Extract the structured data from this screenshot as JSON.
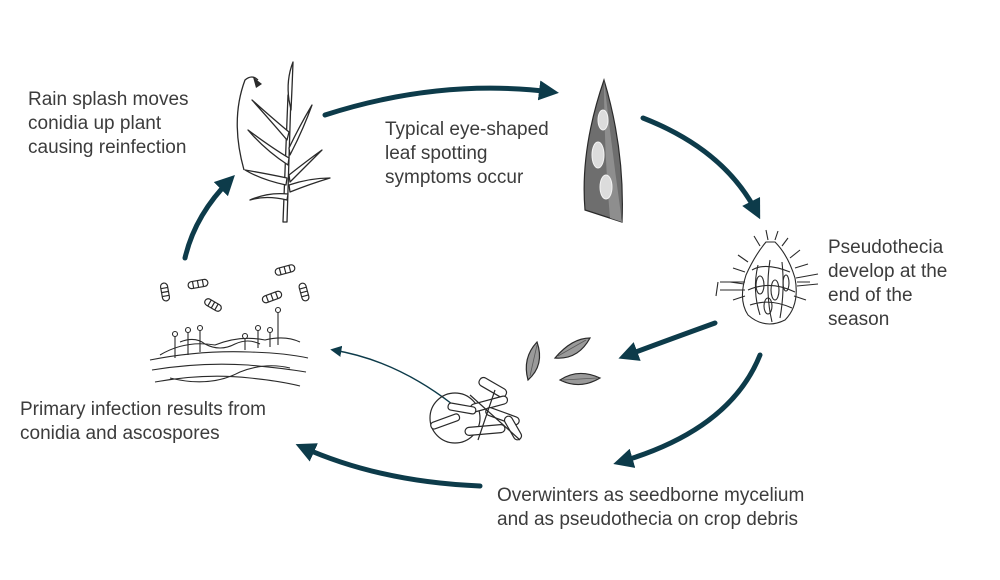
{
  "colors": {
    "arrow": "#0d3b4a",
    "ink": "#2a2a2a",
    "text": "#3c3c3c",
    "leaf_dark": "#6e6e6e",
    "leaf_light": "#9a9a9a",
    "lesion": "#dcdcdc"
  },
  "labels": {
    "rain_splash": [
      "Rain splash moves",
      "conidia up plant",
      "causing reinfection"
    ],
    "eye_spot": [
      "Typical eye-shaped",
      "leaf spotting",
      "symptoms occur"
    ],
    "pseudothecia": [
      "Pseudothecia",
      "develop at the",
      "end of the",
      "season"
    ],
    "primary_infection": [
      "Primary infection results from",
      "conidia and ascospores"
    ],
    "overwinter": [
      "Overwinters as seedborne mycelium",
      "and as pseudothecia on crop debris"
    ]
  },
  "icons": {
    "plant": "wheat-plant-icon",
    "leaf": "infected-leaf-icon",
    "pseudothecium": "pseudothecium-icon",
    "seeds": "seed-icon",
    "debris": "crop-debris-icon",
    "spores": "spore-icon",
    "mycelium": "mycelium-icon"
  }
}
